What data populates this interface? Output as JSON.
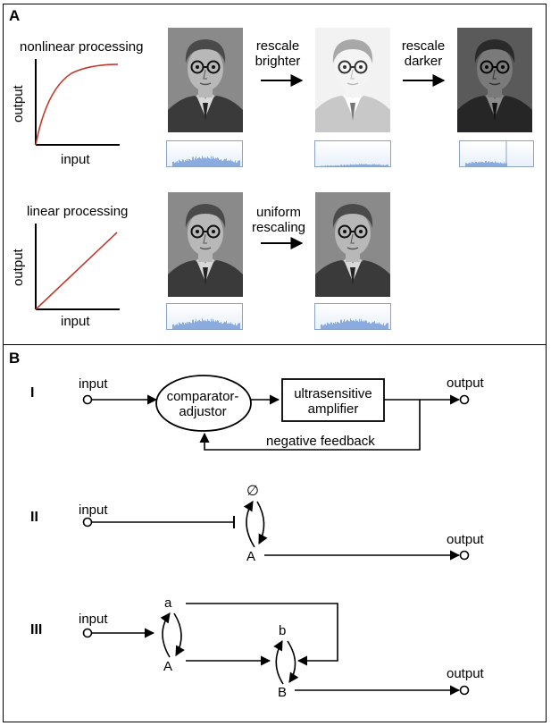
{
  "panel_a": {
    "label": "A",
    "nonlinear": {
      "title": "nonlinear processing",
      "ylabel": "output",
      "xlabel": "input",
      "step1_label": [
        "rescale",
        "brighter"
      ],
      "step2_label": [
        "rescale",
        "darker"
      ]
    },
    "linear": {
      "title": "linear processing",
      "ylabel": "output",
      "xlabel": "input",
      "step_label": [
        "uniform",
        "rescaling"
      ]
    },
    "colors": {
      "curve": "#c0392b",
      "histogram": "#6b93d6",
      "histogram_border": "#8aa4c8"
    }
  },
  "panel_b": {
    "label": "B",
    "circuit_i": {
      "label": "I",
      "input": "input",
      "output": "output",
      "comparator": [
        "comparator-",
        "adjustor"
      ],
      "amplifier": [
        "ultrasensitive",
        "amplifier"
      ],
      "feedback": "negative feedback"
    },
    "circuit_ii": {
      "label": "II",
      "input": "input",
      "output": "output",
      "null_node": "∅",
      "node_a": "A"
    },
    "circuit_iii": {
      "label": "III",
      "input": "input",
      "output": "output",
      "node_a_small": "a",
      "node_a": "A",
      "node_b_small": "b",
      "node_b": "B"
    }
  }
}
